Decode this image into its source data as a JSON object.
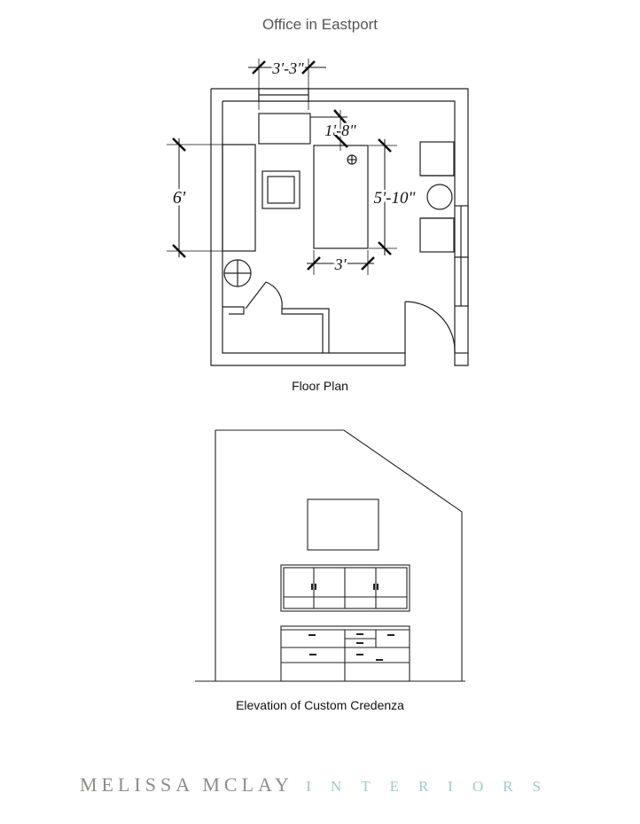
{
  "title": "Office in Eastport",
  "floor_plan": {
    "caption": "Floor Plan",
    "dimensions": {
      "window_width": "3'-3\"",
      "desk_offset": "1'-8\"",
      "desk_length": "5'-10\"",
      "desk_width": "3'",
      "wall_length": "6'"
    }
  },
  "elevation": {
    "caption": "Elevation of Custom Credenza"
  },
  "brand": {
    "name": "MELISSA MCLAY",
    "sub": "INTERIORS"
  },
  "colors": {
    "line": "#222222",
    "title_text": "#555555",
    "brand_name": "#8d8d85",
    "brand_sub": "#9cc9d2"
  }
}
